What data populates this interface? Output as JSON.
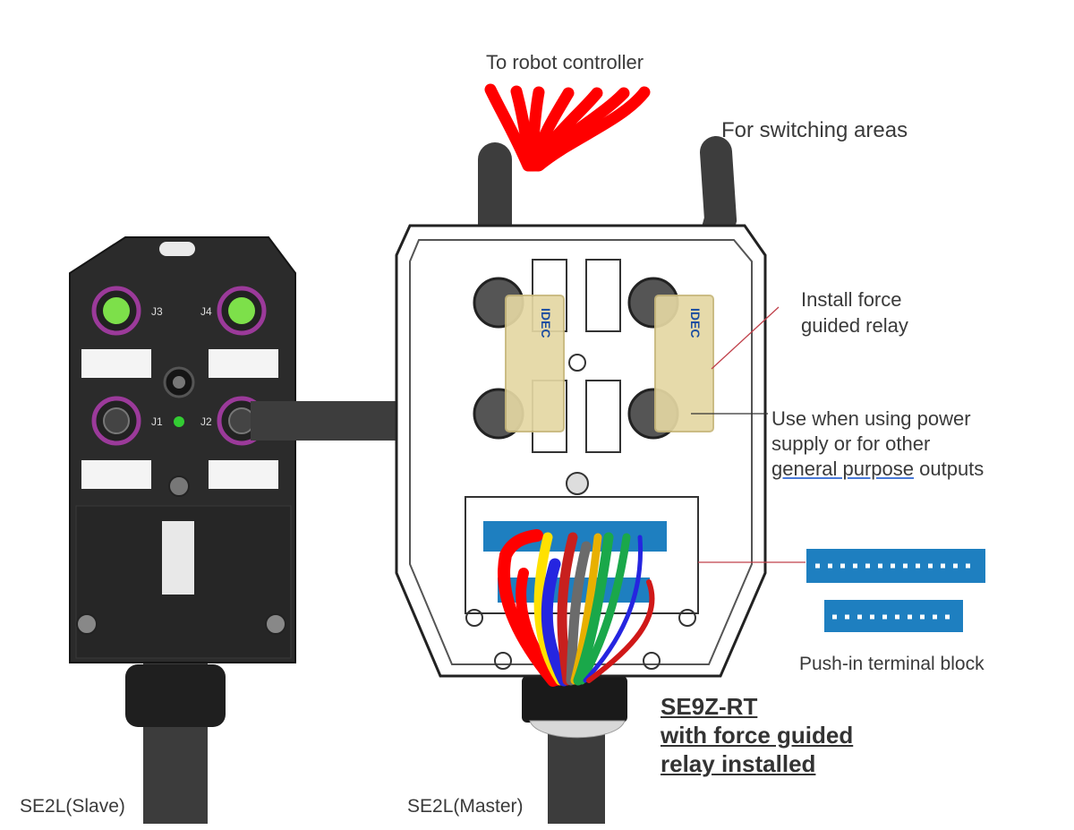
{
  "labels": {
    "robot_controller": "To robot controller",
    "switching_areas": "For switching areas",
    "install_relay_line1": "Install force",
    "install_relay_line2": "guided relay",
    "use_when_line1": "Use when using power",
    "use_when_line2": "supply or for other",
    "use_when_line3_underlined": "general purpose",
    "use_when_line3_rest": " outputs",
    "terminal_block": "Push-in terminal block",
    "slave_caption": "SE2L(Slave)",
    "master_caption": "SE2L(Master)"
  },
  "model": {
    "line1": "SE9Z-RT",
    "line2": "with force guided",
    "line3": "relay installed"
  },
  "slave_ports": [
    "J3",
    "J4",
    "J1",
    "J2"
  ],
  "relay_brand": "IDEC",
  "colors": {
    "slave_body": "#2b2b2b",
    "cable": "#3d3d3d",
    "robot_wires": "#ff0000",
    "port_ring": "#9b3a9a",
    "port_pins": "#7de04a",
    "status_led": "#33cc33",
    "relay": "#e4d7a3",
    "terminal_block": "#1e7fc0",
    "leader_line": "#c0404a"
  }
}
